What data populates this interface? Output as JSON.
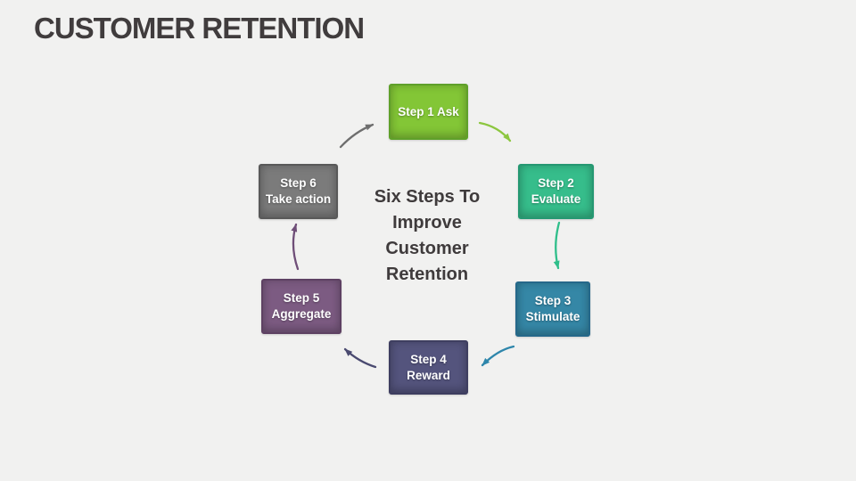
{
  "title": "CUSTOMER RETENTION",
  "center": {
    "text": "Six Steps To\nImprove\nCustomer\nRetention"
  },
  "steps": [
    {
      "label": "Step 1 Ask",
      "fill": "#83C636",
      "border": "#5FA02A"
    },
    {
      "label": "Step 2\nEvaluate",
      "fill": "#36BD8B",
      "border": "#259872"
    },
    {
      "label": "Step 3\nStimulate",
      "fill": "#3587A6",
      "border": "#26688A"
    },
    {
      "label": "Step 4\nReward",
      "fill": "#54547D",
      "border": "#3E3E60"
    },
    {
      "label": "Step 5\nAggregate",
      "fill": "#7C5B82",
      "border": "#5E4163"
    },
    {
      "label": "Step 6\nTake action",
      "fill": "#7B7B7B",
      "border": "#595959"
    }
  ],
  "arrows": [
    {
      "from": "step-6",
      "to": "step-1",
      "color": "#6E6E6E"
    },
    {
      "from": "step-1",
      "to": "step-2",
      "color": "#8CC63F"
    },
    {
      "from": "step-2",
      "to": "step-3",
      "color": "#2FBE8A"
    },
    {
      "from": "step-3",
      "to": "step-4",
      "color": "#2E86AB"
    },
    {
      "from": "step-4",
      "to": "step-5",
      "color": "#4A4A70"
    },
    {
      "from": "step-5",
      "to": "step-6",
      "color": "#6F4E78"
    }
  ],
  "colors": {
    "background": "#F1F1F0",
    "title_text": "#403C3D"
  }
}
